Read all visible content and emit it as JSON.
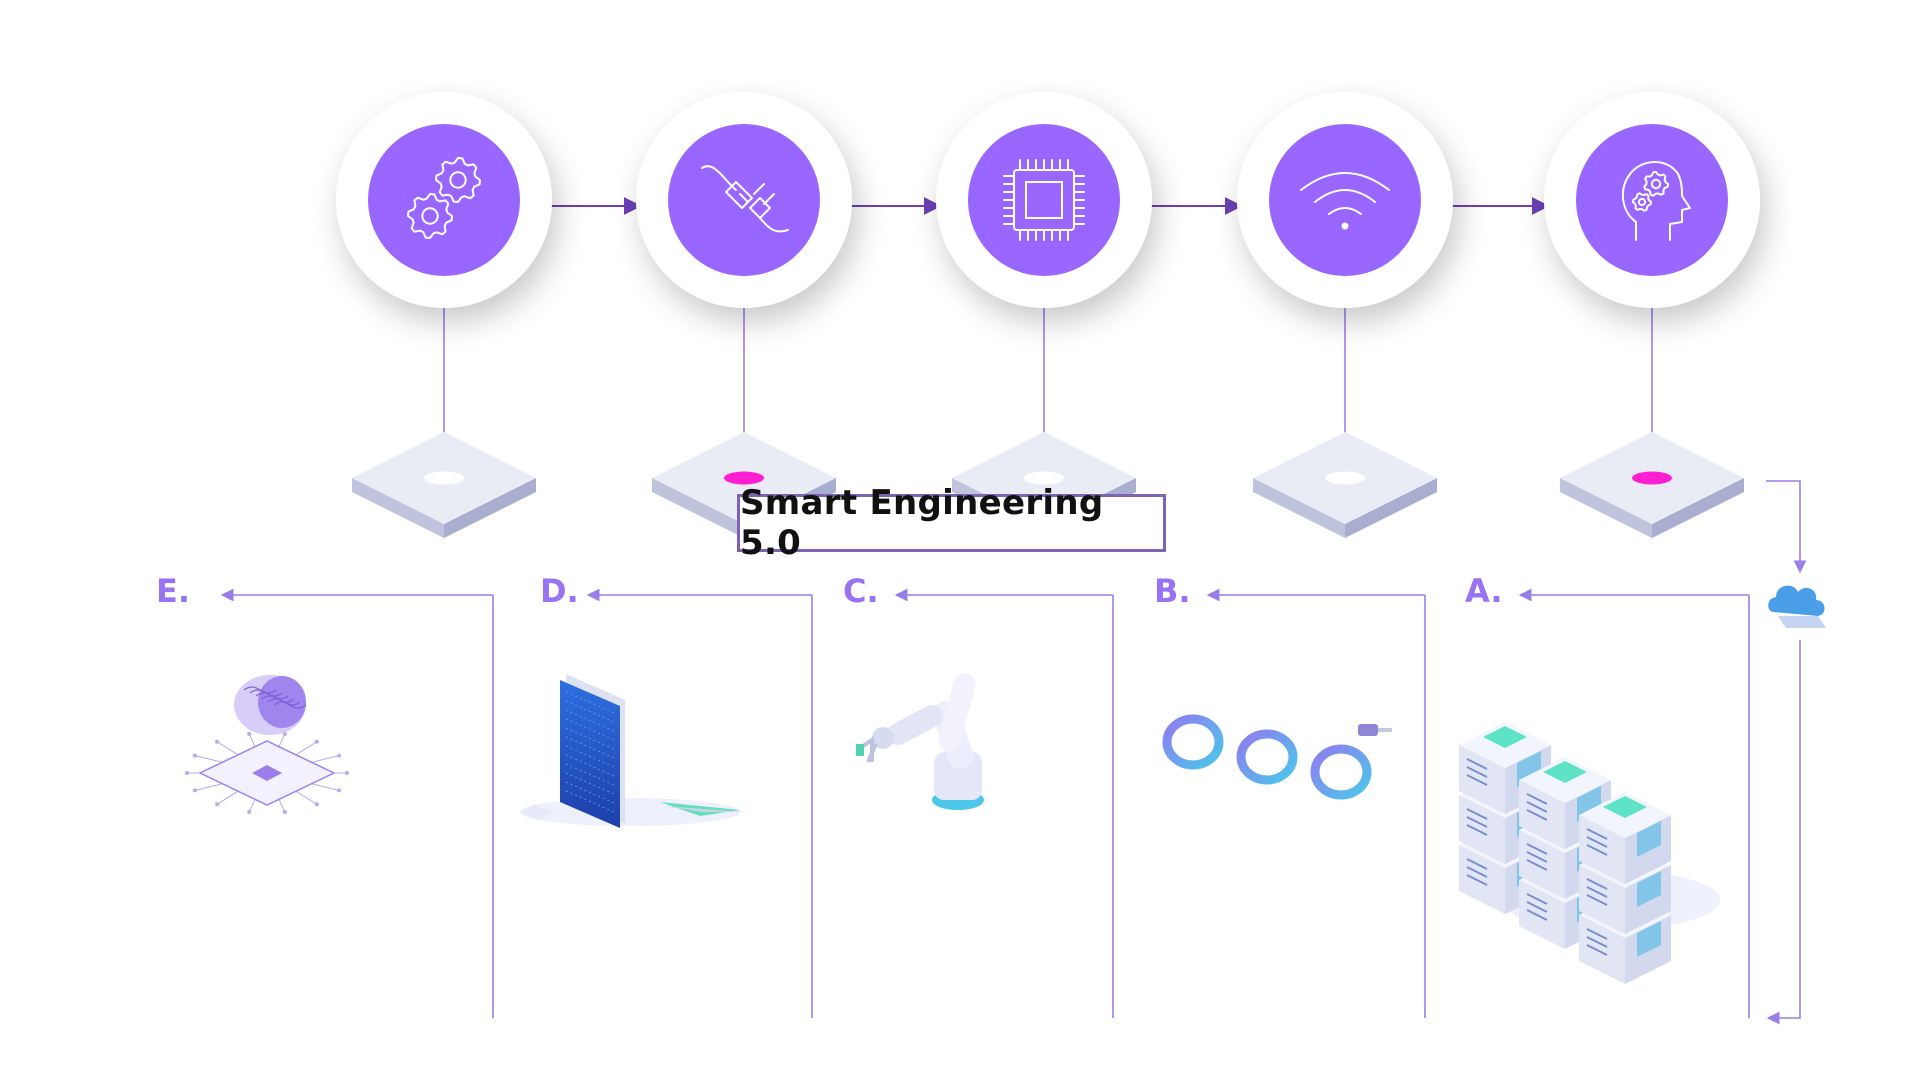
{
  "diagram": {
    "title": "Smart Engineering 5.0",
    "colors": {
      "circle": "#9966ff",
      "line": "#9a7ee8",
      "arrow": "#6c3fb6",
      "accent": "#ff1fd2",
      "platform": "#e9ebf5",
      "label": "#9a73f5"
    },
    "stages": [
      {
        "icon": "gears-icon",
        "marker": "white"
      },
      {
        "icon": "plug-icon",
        "marker": "magenta"
      },
      {
        "icon": "chip-icon",
        "marker": "white"
      },
      {
        "icon": "wifi-icon",
        "marker": "white"
      },
      {
        "icon": "head-gears-icon",
        "marker": "magenta"
      }
    ],
    "outputs": [
      {
        "label": "A.",
        "illustration": "server-racks-illustration"
      },
      {
        "label": "B.",
        "illustration": "rings-illustration"
      },
      {
        "label": "C.",
        "illustration": "robot-arm-illustration"
      },
      {
        "label": "D.",
        "illustration": "tablet-illustration"
      },
      {
        "label": "E.",
        "illustration": "ai-brain-chip-illustration"
      }
    ],
    "cloud_icon": "cloud-icon"
  }
}
